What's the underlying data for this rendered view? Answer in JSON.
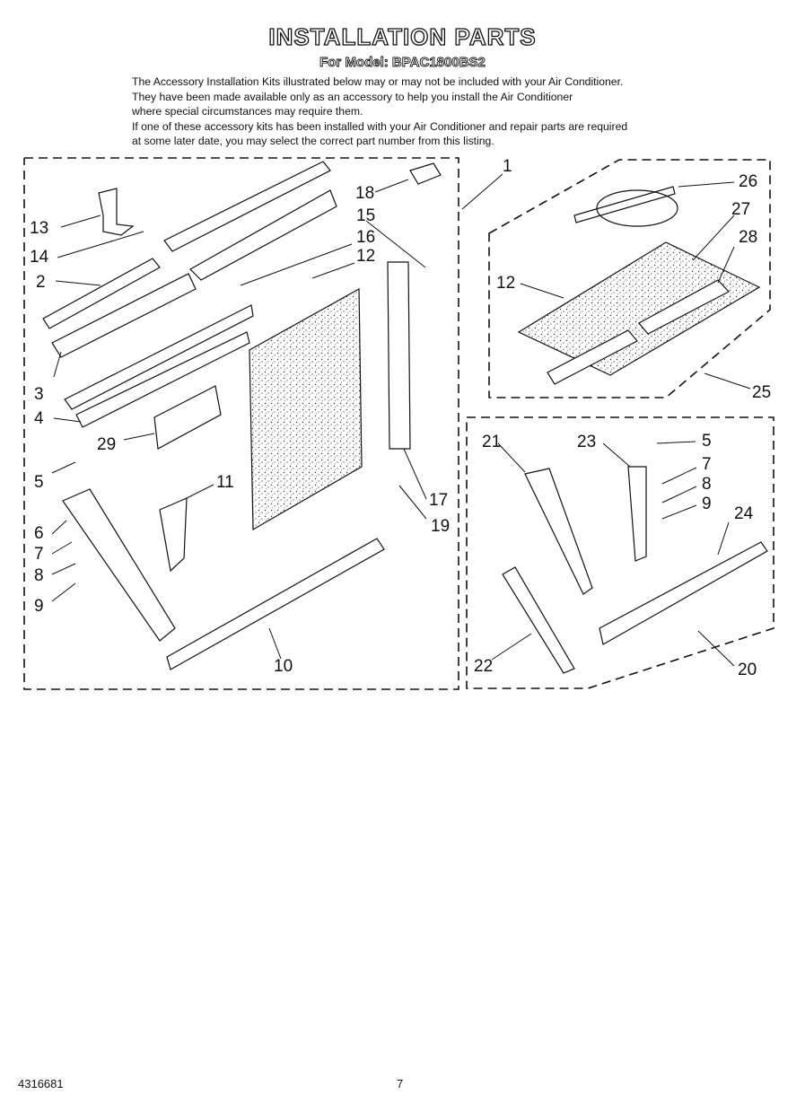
{
  "header": {
    "title": "INSTALLATION PARTS",
    "model_line": "For Model: BPAC1800BS2"
  },
  "intro": {
    "lines": [
      "The Accessory Installation Kits illustrated below may or may not be included with your Air Conditioner.",
      "They have been made available only as an accessory to help you install the Air Conditioner",
      "where special circumstances may require them.",
      "If one of these accessory kits has been installed with your Air Conditioner and repair parts are required",
      "at some later date, you may select the correct part number from this listing."
    ]
  },
  "callouts": {
    "p1": "1",
    "p2": "2",
    "p3": "3",
    "p4": "4",
    "p5": "5",
    "p6": "6",
    "p7": "7",
    "p8": "8",
    "p9": "9",
    "p10": "10",
    "p11": "11",
    "p12": "12",
    "p13": "13",
    "p14": "14",
    "p15": "15",
    "p16": "16",
    "p17": "17",
    "p18": "18",
    "p19": "19",
    "p29": "29",
    "p12b": "12",
    "p25": "25",
    "p26": "26",
    "p27": "27",
    "p28": "28",
    "p20": "20",
    "p21": "21",
    "p22": "22",
    "p23": "23",
    "p24": "24",
    "p5b": "5",
    "p7b": "7",
    "p8b": "8",
    "p9b": "9"
  },
  "footer": {
    "doc_number": "4316681",
    "page_number": "7"
  }
}
